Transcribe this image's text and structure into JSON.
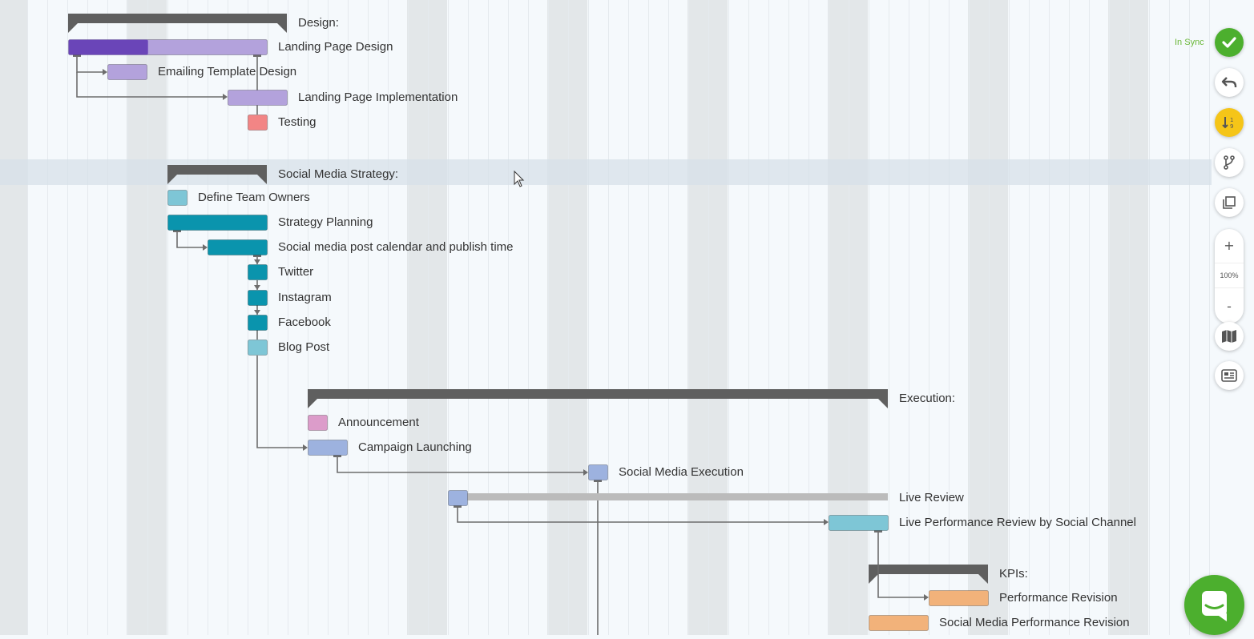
{
  "colors": {
    "background": "#f5f9fc",
    "weekend_stripe": "#e3e7e9",
    "gridline": "#e5eaee",
    "group_bar": "#5f5f5f",
    "connector": "#6d6d6d",
    "sync_green": "#6bb83a",
    "sort_yellow": "#f5c518"
  },
  "groups": [
    {
      "name": "design",
      "label": "Design:"
    },
    {
      "name": "social-media-strategy",
      "label": "Social Media Strategy:"
    },
    {
      "name": "execution",
      "label": "Execution:"
    },
    {
      "name": "kpis",
      "label": "KPIs:"
    }
  ],
  "tasks": [
    {
      "name": "landing-page-design",
      "label": "Landing Page Design",
      "color": "#b3a2dc",
      "progress": 0.4,
      "progress_color": "#6a45b8"
    },
    {
      "name": "emailing-template-design",
      "label": "Emailing Template Design",
      "color": "#b3a2dc"
    },
    {
      "name": "landing-page-implementation",
      "label": "Landing Page Implementation",
      "color": "#b3a2dc"
    },
    {
      "name": "testing",
      "label": "Testing",
      "color": "#f28585"
    },
    {
      "name": "define-team-owners",
      "label": "Define Team Owners",
      "color": "#7ec6d6"
    },
    {
      "name": "strategy-planning",
      "label": "Strategy Planning",
      "color": "#0a94ad"
    },
    {
      "name": "social-media-post-calendar",
      "label": "Social media post calendar and publish time",
      "color": "#0a94ad"
    },
    {
      "name": "twitter",
      "label": "Twitter",
      "color": "#0a94ad"
    },
    {
      "name": "instagram",
      "label": "Instagram",
      "color": "#0a94ad"
    },
    {
      "name": "facebook",
      "label": "Facebook",
      "color": "#0a94ad"
    },
    {
      "name": "blog-post",
      "label": "Blog Post",
      "color": "#7ec6d6"
    },
    {
      "name": "announcement",
      "label": "Announcement",
      "color": "#dc9cca"
    },
    {
      "name": "campaign-launching",
      "label": "Campaign Launching",
      "color": "#9db2df"
    },
    {
      "name": "social-media-execution",
      "label": "Social Media Execution",
      "color": "#9db2df"
    },
    {
      "name": "live-review",
      "label": "Live Review",
      "color": "#9db2df",
      "bar_color": "#bbbbbb"
    },
    {
      "name": "live-performance-review",
      "label": "Live Performance Review by Social Channel",
      "color": "#7ec6d6"
    },
    {
      "name": "performance-revision",
      "label": "Performance Revision",
      "color": "#f2b27a"
    },
    {
      "name": "social-media-performance-revision",
      "label": "Social Media Performance Revision",
      "color": "#f2b27a"
    }
  ],
  "toolbar": {
    "sync_status": "In Sync",
    "zoom_level": "100%",
    "zoom_in": "+",
    "zoom_out": "-",
    "icons": [
      "check-icon",
      "undo-icon",
      "sort-icon",
      "branch-icon",
      "copy-icon",
      "map-icon",
      "news-icon",
      "chat-icon"
    ]
  }
}
